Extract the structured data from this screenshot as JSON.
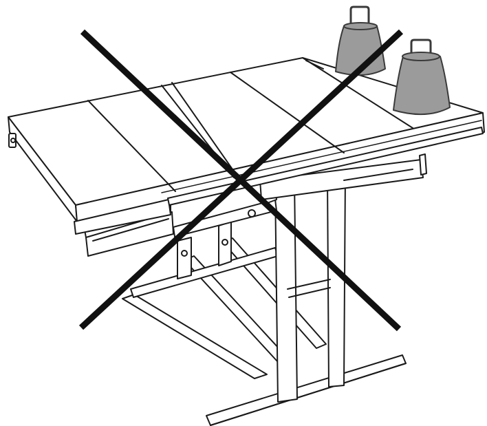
{
  "illustration": {
    "subject": "extendable-table-with-weights",
    "status": "prohibited",
    "colors": {
      "background": "#ffffff",
      "line": "#1a1a1a",
      "fill_light": "#ffffff",
      "weight_fill": "#9b9b9b",
      "weight_outline": "#3a3a3a",
      "cross": "#111111"
    },
    "parts": {
      "tabletop": {
        "panel_count": 6
      },
      "weights": {
        "count": 2
      },
      "cross_mark": {
        "strokes": 2
      }
    }
  }
}
